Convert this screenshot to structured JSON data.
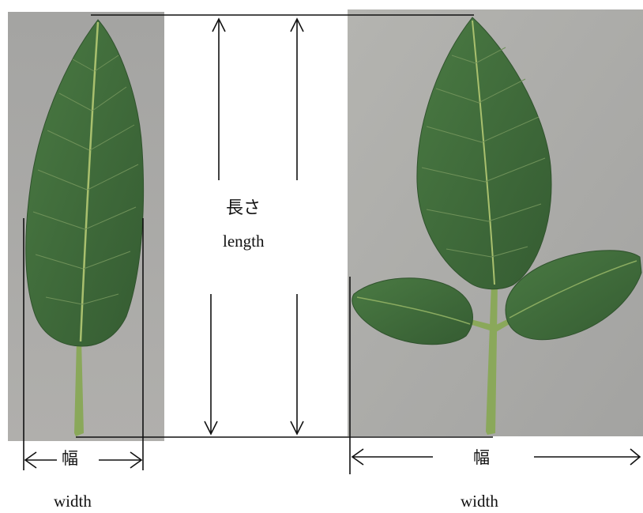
{
  "labels": {
    "length_ja": "長さ",
    "length_en": "length",
    "width_ja": "幅",
    "width_en": "width"
  },
  "colors": {
    "photo_background": "#a9a9a7",
    "leaf_green": "#3f6a3b",
    "petiole_green": "#8aa85a",
    "line_color": "#111111"
  }
}
